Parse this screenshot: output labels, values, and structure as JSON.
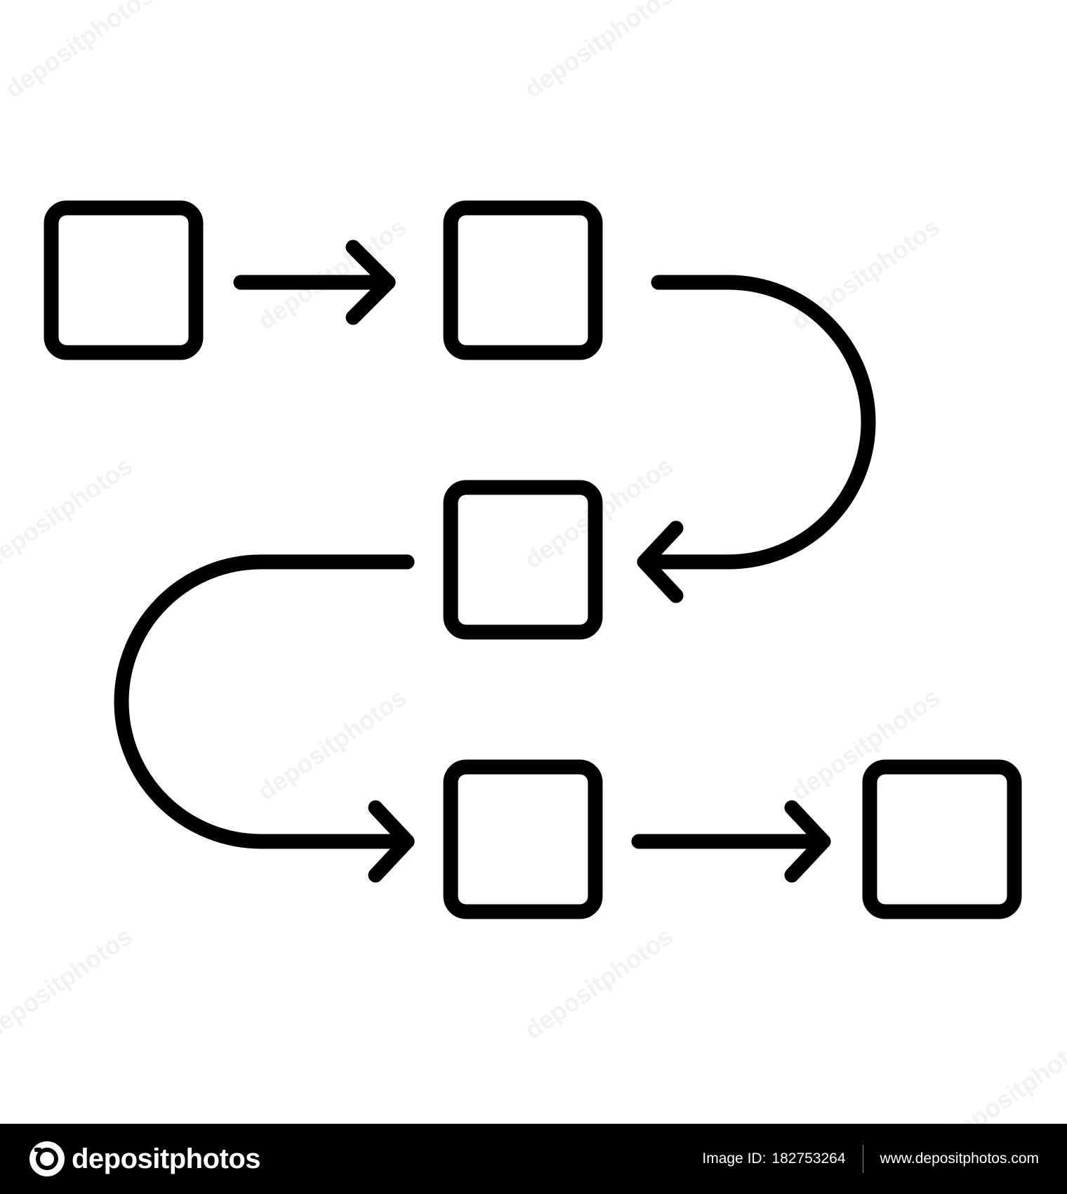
{
  "diagram": {
    "nodes": [
      {
        "id": "box-1"
      },
      {
        "id": "box-2"
      },
      {
        "id": "box-3"
      },
      {
        "id": "box-4"
      },
      {
        "id": "box-5"
      }
    ],
    "edges": [
      {
        "from": "box-1",
        "to": "box-2",
        "kind": "straight"
      },
      {
        "from": "box-2",
        "to": "box-3",
        "kind": "curved"
      },
      {
        "from": "box-3",
        "to": "box-4",
        "kind": "curved"
      },
      {
        "from": "box-4",
        "to": "box-5",
        "kind": "straight"
      }
    ],
    "colors": {
      "stroke": "#000000",
      "background": "#ffffff"
    }
  },
  "watermark": {
    "text": "depositphotos"
  },
  "footer": {
    "brand": "depositphotos",
    "image_id_label": "Image ID:",
    "image_id_value": "182753264",
    "site_url": "www.depositphotos.com",
    "background": "#000000",
    "text_color": "#ffffff"
  }
}
